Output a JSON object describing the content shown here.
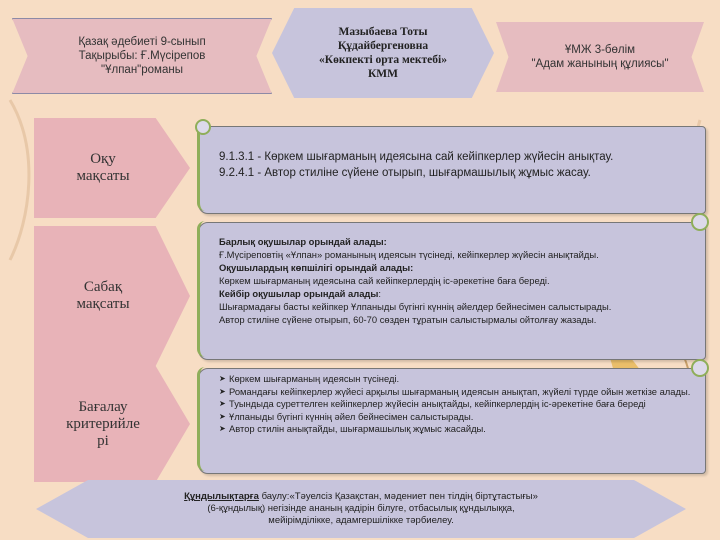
{
  "header": {
    "left": [
      "Қазақ әдебиеті 9-сынып",
      "Тақырыбы: Ғ.Мүсірепов",
      "\"Ұлпан\"романы"
    ],
    "center": [
      "Мазыбаева Тоты",
      "Құдайбергеновна",
      "«Көкпекті орта мектебі»",
      "КММ"
    ],
    "right": [
      "ҰМЖ 3-бөлім",
      "\"Адам жанының құлиясы\""
    ]
  },
  "sections": {
    "oku": {
      "label": [
        "Оқу",
        "мақсаты"
      ]
    },
    "sabak": {
      "label": [
        "Сабақ",
        "мақсаты"
      ]
    },
    "bagalau": {
      "label": [
        "Бағалау",
        "критерийле",
        "рі"
      ]
    }
  },
  "learning_objectives": [
    "9.1.3.1 -  Көркем шығарманың идеясына сай кейіпкерлер жүйесін анықтау.",
    "9.2.4.1 -  Автор стиліне сүйене отырып, шығармашылық жұмыс жасау."
  ],
  "lesson_goals": {
    "all_heading": "Барлық оқушылар орындай алады:",
    "all_text": "Ғ.Мүсіреповтің «Ұлпан» романының идеясын түсінеді, кейіпкерлер жүйесін анықтайды.",
    "most_heading": "Оқушылардың көпшілігі орындай алады:",
    "most_text": "Көркем шығарманың идеясына сай кейіпкерлердің іс-әрекетіне баға береді.",
    "some_heading": "Кейбір оқушылар орындай алады",
    "some_colon": ":",
    "some_text_1": "Шығармадағы басты кейіпкер Ұлпаныды бүгінгі күннің әйелдер бейнесімен салыстырады.",
    "some_text_2": "Автор стиліне сүйене отырып, 60-70 сөзден тұратын  салыстырмалы ойтолғау жазады."
  },
  "criteria_bullet": "➤",
  "criteria": [
    "Көркем шығарманың идеясын түсінеді.",
    "Романдағы кейіпкерлер жүйесі арқылы шығарманың идеясын анықтап, жүйелі түрде ойын жеткізе алады.",
    "Туындыда суреттелген кейіпкерлер жүйесін анықтайды, кейіпкерлердің іс-әрекетіне баға береді",
    "Ұлпаныды бүгінгі күннің әйел бейнесімен салыстырады.",
    "Автор стилін анықтайды, шығармашылық жұмыс жасайды."
  ],
  "values": {
    "heading": "Құндылықтарға",
    "text_1": " баулу:«Тәуелсіз Қазақстан, мәдениет пен тілдің біртұтастығы»",
    "text_2": "(6-құндылық) негізінде ананың қадірін білуге, отбасылық құндылыққа,",
    "text_3": "мейірімділікке, адамгершілікке тәрбиелеу."
  },
  "colors": {
    "purple_box": "#c7c4dc",
    "pink_box": "#e8b3b8",
    "background": "#f7ddc4",
    "accent_green": "#8fae5a"
  }
}
